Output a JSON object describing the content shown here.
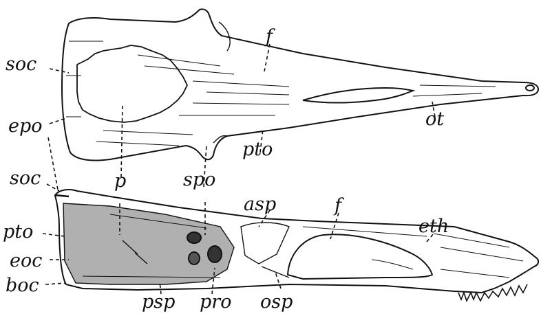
{
  "figure": {
    "labels": {
      "soc_top": "soc",
      "epo": "epo",
      "f_top": "f",
      "pto_top": "pto",
      "ot": "ot",
      "soc_bottom": "soc",
      "p": "p",
      "spo": "spo",
      "asp": "asp",
      "f_bottom": "f",
      "eth": "eth",
      "pto_bottom": "pto",
      "eoc": "eoc",
      "boc": "boc",
      "psp": "psp",
      "pro": "pro",
      "osp": "osp"
    },
    "ink_color": "#111111",
    "paper_color": "#ffffff"
  }
}
